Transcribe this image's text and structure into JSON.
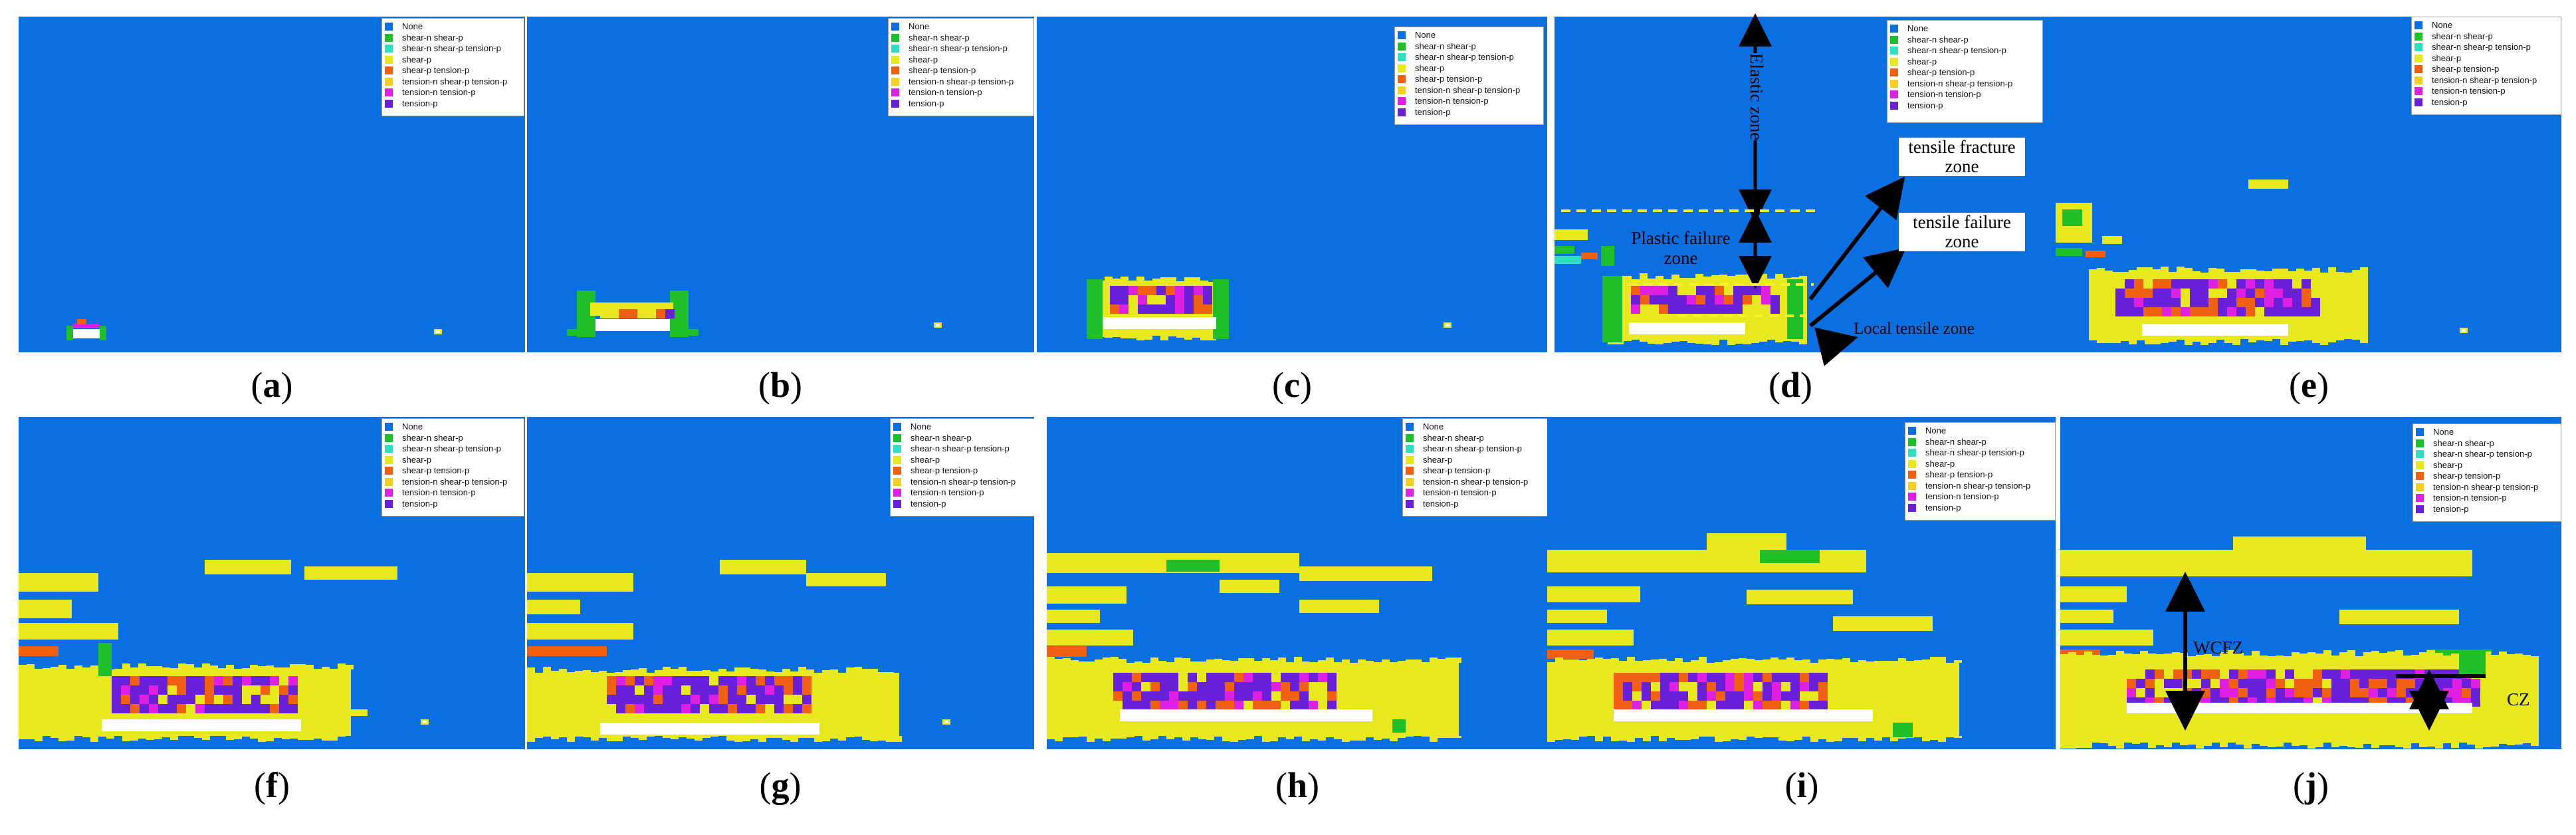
{
  "legend": {
    "items": [
      {
        "label": "None",
        "color": "#0a6fe0"
      },
      {
        "label": "shear-n shear-p",
        "color": "#1fbf2a"
      },
      {
        "label": "shear-n shear-p tension-p",
        "color": "#2fe0c0"
      },
      {
        "label": "shear-p",
        "color": "#e8e81e"
      },
      {
        "label": "shear-p tension-p",
        "color": "#f06010"
      },
      {
        "label": "tension-n shear-p tension-p",
        "color": "#f5d020"
      },
      {
        "label": "tension-n tension-p",
        "color": "#e020e0"
      },
      {
        "label": "tension-p",
        "color": "#6a1fd8"
      }
    ]
  },
  "panels": [
    {
      "id": "a",
      "caption_letter": "a"
    },
    {
      "id": "b",
      "caption_letter": "b"
    },
    {
      "id": "c",
      "caption_letter": "c"
    },
    {
      "id": "d",
      "caption_letter": "d"
    },
    {
      "id": "e",
      "caption_letter": "e"
    },
    {
      "id": "f",
      "caption_letter": "f"
    },
    {
      "id": "g",
      "caption_letter": "g"
    },
    {
      "id": "h",
      "caption_letter": "h"
    },
    {
      "id": "i",
      "caption_letter": "i"
    },
    {
      "id": "j",
      "caption_letter": "j"
    }
  ],
  "annotations_d": {
    "elastic_zone": "Elastic zone",
    "plastic_failure_zone": "Plastic failure zone",
    "tensile_fracture_zone": "tensile fracture zone",
    "tensile_failure_zone": "tensile failure zone",
    "local_tensile_zone": "Local tensile zone"
  },
  "annotations_j": {
    "wcfz": "WCFZ",
    "cz": "CZ"
  },
  "colors": {
    "background_blue": "#0a6fe0",
    "yellow": "#e8e81e",
    "green": "#1fbf2a",
    "cyan": "#2fe0c0",
    "orange": "#f06010",
    "magenta": "#e020e0",
    "purple": "#6a1fd8",
    "white": "#ffffff"
  }
}
